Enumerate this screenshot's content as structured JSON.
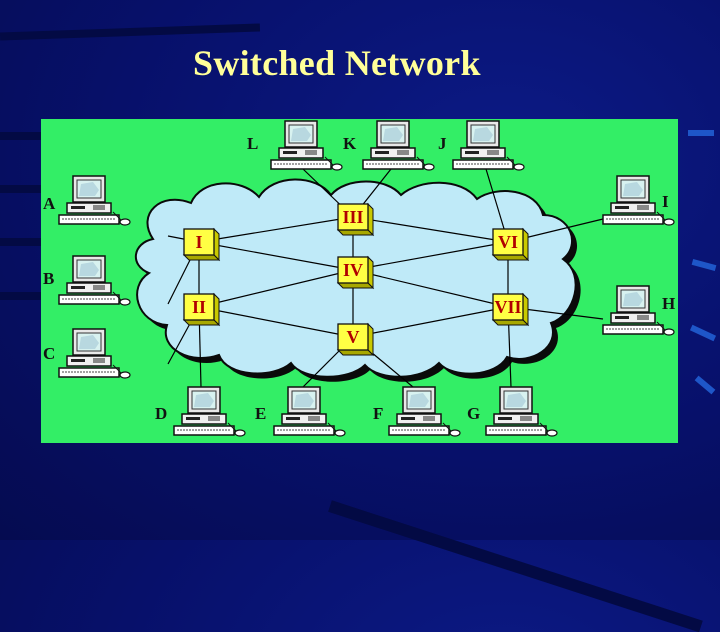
{
  "title": "Switched Network",
  "colors": {
    "background": "#07106a",
    "title_text": "#ffff99",
    "panel": "#33ee66",
    "cloud": "#bfeaf8",
    "switch_fill": "#ffff44",
    "switch_text": "#b00000",
    "link": "#000000"
  },
  "icons": {
    "computer": "computer-icon",
    "switch": "switch-box-icon",
    "network": "cloud-icon"
  },
  "computers": [
    "A",
    "B",
    "C",
    "D",
    "E",
    "F",
    "G",
    "H",
    "I",
    "J",
    "K",
    "L"
  ],
  "switches": [
    "I",
    "II",
    "III",
    "IV",
    "V",
    "VI",
    "VII"
  ],
  "links": [
    [
      "A",
      "I"
    ],
    [
      "B",
      "I"
    ],
    [
      "C",
      "II"
    ],
    [
      "D",
      "II"
    ],
    [
      "E",
      "V"
    ],
    [
      "F",
      "V"
    ],
    [
      "G",
      "VII"
    ],
    [
      "H",
      "VII"
    ],
    [
      "I",
      "VI"
    ],
    [
      "J",
      "VI"
    ],
    [
      "K",
      "III"
    ],
    [
      "L",
      "III"
    ],
    [
      "I",
      "III"
    ],
    [
      "I",
      "IV"
    ],
    [
      "I",
      "II"
    ],
    [
      "II",
      "IV"
    ],
    [
      "II",
      "V"
    ],
    [
      "III",
      "IV"
    ],
    [
      "III",
      "VI"
    ],
    [
      "IV",
      "V"
    ],
    [
      "IV",
      "VI"
    ],
    [
      "IV",
      "VII"
    ],
    [
      "V",
      "VII"
    ],
    [
      "VI",
      "VII"
    ]
  ]
}
